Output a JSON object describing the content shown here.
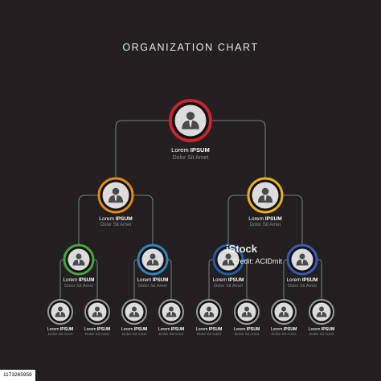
{
  "title": "ORGANIZATION CHART",
  "colors": {
    "background": "#231f20",
    "connector": "#7d7d7d",
    "ring_top": "#c1272d",
    "ring_level1_left": "#e38a17",
    "ring_level1_right": "#e6b21b",
    "ring_green": "#48a63c",
    "ring_blue": "#2e86c1",
    "ring_navy": "#1f5fa8",
    "ring_indigo": "#3b5bb6",
    "ring_gray": "#9a9a9a"
  },
  "nodes": [
    {
      "id": "n0",
      "name_part1": "Lorem ",
      "name_part2": "IPSUM",
      "subtitle": "Dolor Sit Amet",
      "ring": "ring_top",
      "icon": "person-icon"
    },
    {
      "id": "n1",
      "name_part1": "Lorem ",
      "name_part2": "IPSUM",
      "subtitle": "Dolor Sit Amet",
      "ring": "ring_level1_left",
      "icon": "person-icon"
    },
    {
      "id": "n2",
      "name_part1": "Lorem ",
      "name_part2": "IPSUM",
      "subtitle": "Dolor Sit Amet",
      "ring": "ring_level1_right",
      "icon": "person-icon"
    },
    {
      "id": "n3",
      "name_part1": "Lorem ",
      "name_part2": "IPSUM",
      "subtitle": "Dolor Sit Amet",
      "ring": "ring_green",
      "icon": "person-icon"
    },
    {
      "id": "n4",
      "name_part1": "Lorem ",
      "name_part2": "IPSUM",
      "subtitle": "Dolor Sit Amet",
      "ring": "ring_blue",
      "icon": "person-icon"
    },
    {
      "id": "n5",
      "name_part1": "Lorem ",
      "name_part2": "IPSUM",
      "subtitle": "Dolor Sit Amet",
      "ring": "ring_navy",
      "icon": "person-icon"
    },
    {
      "id": "n6",
      "name_part1": "Lorem ",
      "name_part2": "IPSUM",
      "subtitle": "Dolor Sit Amet",
      "ring": "ring_indigo",
      "icon": "person-icon"
    },
    {
      "id": "n7",
      "name_part1": "Lorem ",
      "name_part2": "IPSUM",
      "subtitle": "Dolor Sit Amet",
      "ring": "ring_gray",
      "icon": "person-icon"
    },
    {
      "id": "n8",
      "name_part1": "Lorem ",
      "name_part2": "IPSUM",
      "subtitle": "Dolor Sit Amet",
      "ring": "ring_gray",
      "icon": "person-icon"
    },
    {
      "id": "n9",
      "name_part1": "Lorem ",
      "name_part2": "IPSUM",
      "subtitle": "Dolor Sit Amet",
      "ring": "ring_gray",
      "icon": "person-icon"
    },
    {
      "id": "n10",
      "name_part1": "Lorem ",
      "name_part2": "IPSUM",
      "subtitle": "Dolor Sit Amet",
      "ring": "ring_gray",
      "icon": "person-icon"
    },
    {
      "id": "n11",
      "name_part1": "Lorem ",
      "name_part2": "IPSUM",
      "subtitle": "Dolor Sit Amet",
      "ring": "ring_gray",
      "icon": "person-icon"
    },
    {
      "id": "n12",
      "name_part1": "Lorem ",
      "name_part2": "IPSUM",
      "subtitle": "Dolor Sit Amet",
      "ring": "ring_gray",
      "icon": "person-icon"
    },
    {
      "id": "n13",
      "name_part1": "Lorem ",
      "name_part2": "IPSUM",
      "subtitle": "Dolor Sit Amet",
      "ring": "ring_gray",
      "icon": "person-icon"
    },
    {
      "id": "n14",
      "name_part1": "Lorem ",
      "name_part2": "IPSUM",
      "subtitle": "Dolor Sit Amet",
      "ring": "ring_gray",
      "icon": "person-icon"
    }
  ],
  "watermark": {
    "logo": "iStock",
    "credit": "Credit: ACIDmit"
  },
  "stock_id": "1173265959"
}
